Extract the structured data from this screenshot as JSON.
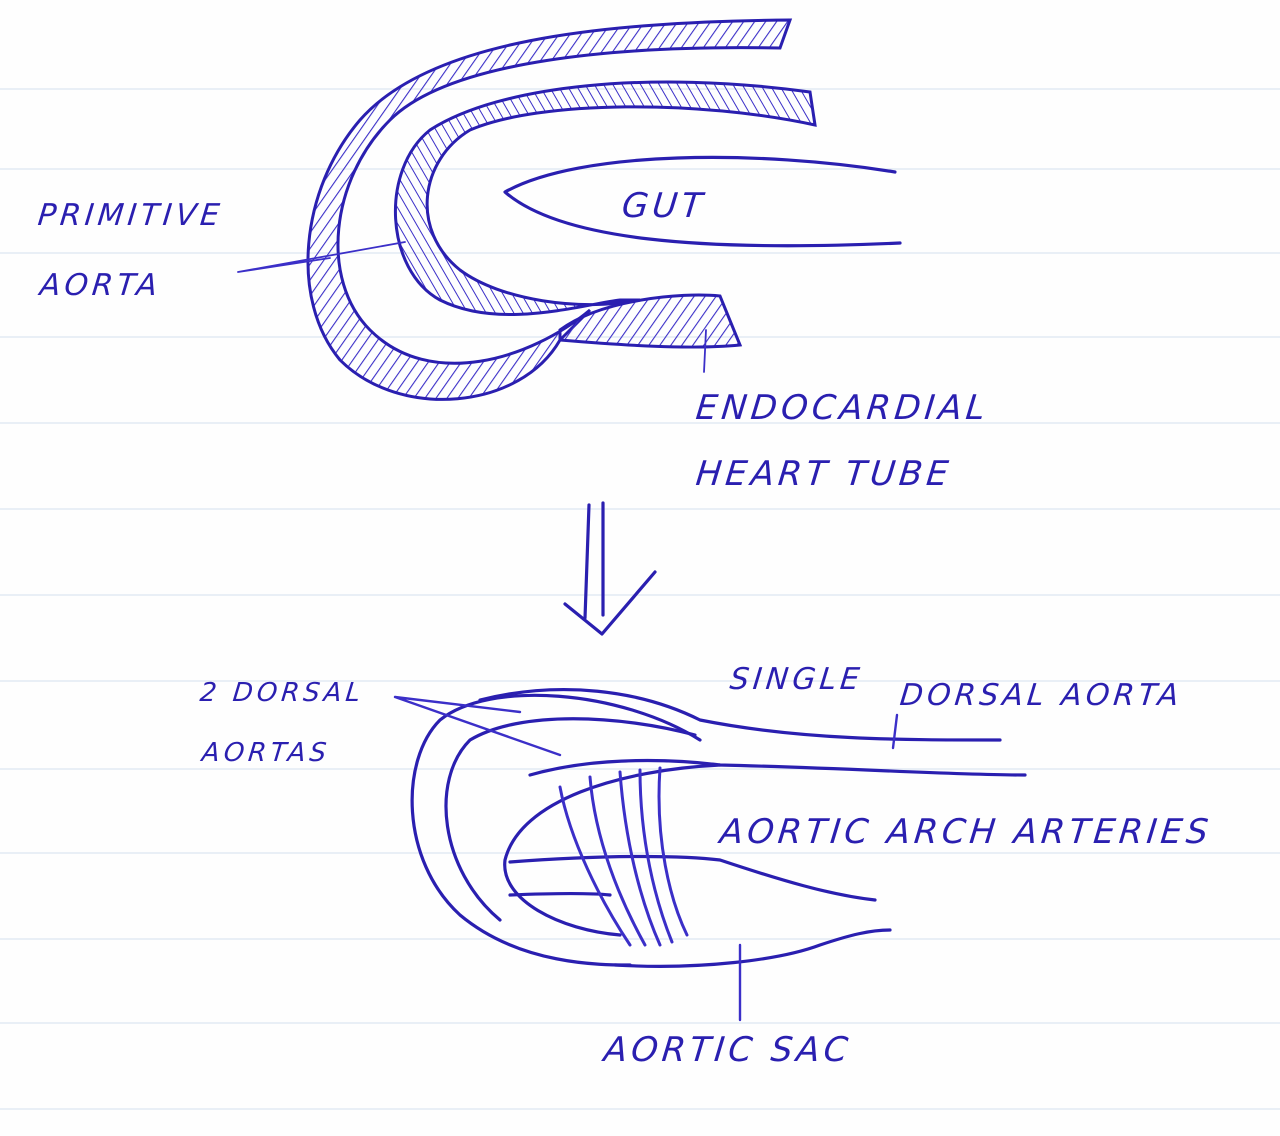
{
  "diagram": {
    "title": "Development of the aortic arch arteries",
    "ink_color": "#2a1fb0",
    "paper_color": "#fefefe",
    "stage_1": {
      "labels": {
        "primitive": "PRIMITIVE",
        "aorta": "AORTA",
        "gut": "GUT",
        "endocardial": "ENDOCARDIAL",
        "heart_tube": "HEART TUBE"
      }
    },
    "arrow": {
      "icon": "double-arrow-down-icon",
      "meaning": "develops into"
    },
    "stage_2": {
      "labels": {
        "two_dorsal": "2 DORSAL",
        "aortas": "AORTAS",
        "single": "SINGLE",
        "dorsal_aorta": "DORSAL AORTA",
        "aortic_arch_arteries": "AORTIC ARCH ARTERIES",
        "aortic_sac": "AORTIC SAC"
      }
    }
  }
}
